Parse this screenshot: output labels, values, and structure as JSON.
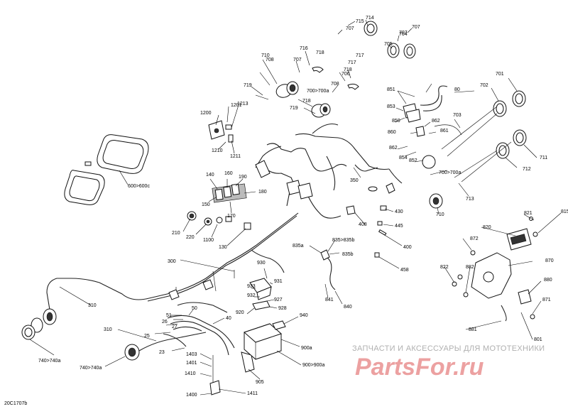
{
  "figure_code": "20C1707b",
  "watermark": {
    "tagline": "ЗАПЧАСТИ И АКСЕССУАРЫ ДЛЯ МОТОТЕХНИКИ",
    "logo": "PartsFor.ru"
  },
  "callouts": [
    "715",
    "707",
    "714",
    "707",
    "704",
    "707",
    "705",
    "717",
    "718",
    "716",
    "707",
    "710",
    "708",
    "717",
    "718",
    "706",
    "719",
    "708",
    "700>700a",
    "718",
    "719",
    "851",
    "80",
    "853",
    "862",
    "850",
    "861",
    "860",
    "862",
    "854",
    "852",
    "703",
    "701",
    "702",
    "711",
    "712",
    "713",
    "1201",
    "1213",
    "1200",
    "1210",
    "1211",
    "600>600c",
    "140",
    "160",
    "190",
    "180",
    "150",
    "170",
    "210",
    "220",
    "1100",
    "130",
    "350",
    "430",
    "445",
    "408",
    "835>835b",
    "835a",
    "835b",
    "400",
    "458",
    "841",
    "840",
    "300",
    "930",
    "931",
    "933",
    "932",
    "927",
    "928",
    "920",
    "940",
    "900a",
    "900>900a",
    "905",
    "1403",
    "1401",
    "1410",
    "1400",
    "1411",
    "310",
    "310",
    "740>740a",
    "740>740a",
    "51",
    "50",
    "40",
    "26",
    "27",
    "25",
    "23",
    "821",
    "815",
    "820",
    "872",
    "870",
    "822",
    "882",
    "880",
    "871",
    "881",
    "801",
    "700>700a",
    "710"
  ]
}
